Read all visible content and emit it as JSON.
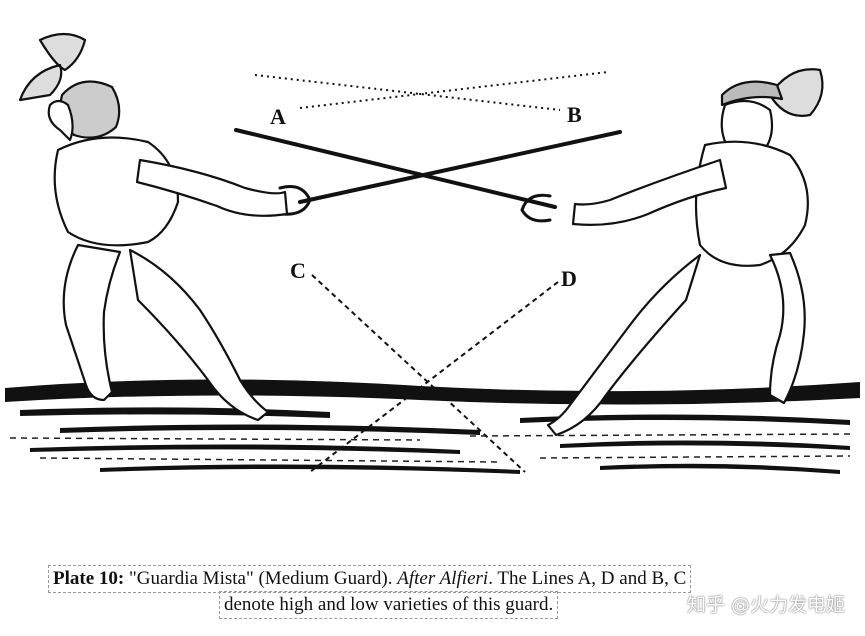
{
  "figure": {
    "labels": {
      "a": "A",
      "b": "B",
      "c": "C",
      "d": "D"
    }
  },
  "caption": {
    "plate": "Plate 10:",
    "title": " \"Guardia Mista\" (Medium Guard). ",
    "source": "After Alfieri",
    "line1_rest": ". The Lines A, D and B, C",
    "line2": "denote high and low varieties of this guard."
  },
  "watermark": "知乎 @火力发电姬"
}
